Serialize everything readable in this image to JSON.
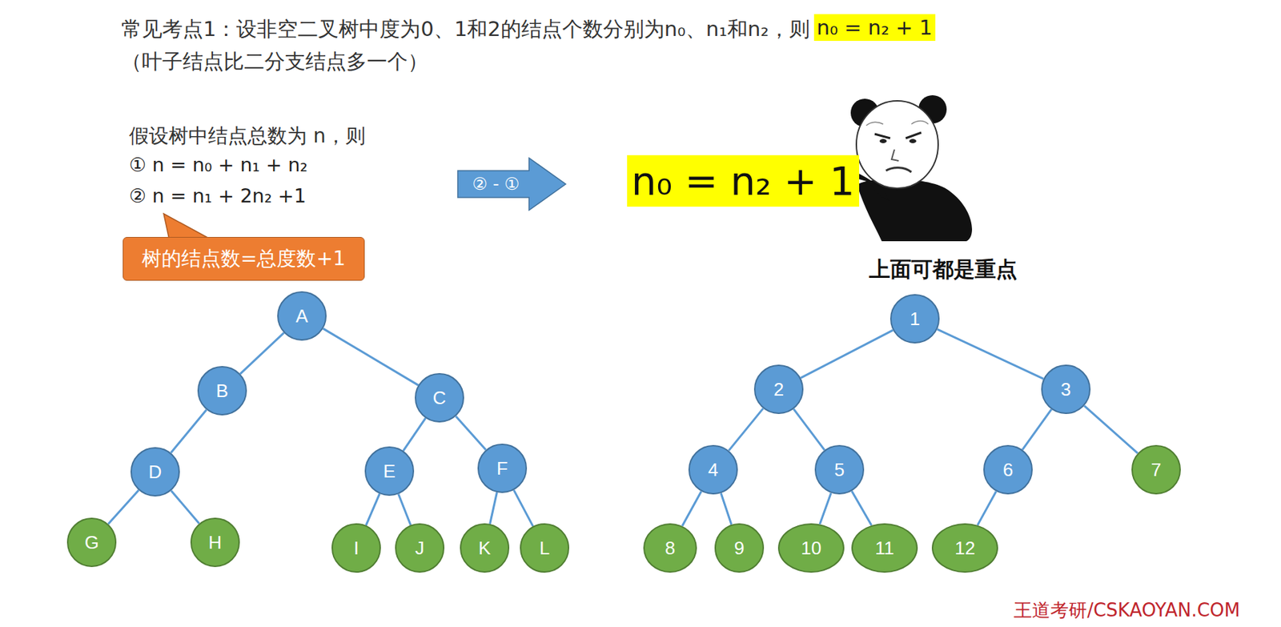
{
  "diagram": {
    "title": "常见考点1：设非空二叉树中度为0、1和2的结点个数分别为n₀、n₁和n₂，则",
    "nodes": [
      {
        "text": [
          "n₀ = n₂ + 1"
        ]
      },
      {
        "text": [
          "树的结点数=总度数+1"
        ]
      },
      {
        "text": [
          "② - ①"
        ]
      },
      {
        "text": [
          "n₀ = n₂ + 1"
        ]
      },
      {
        "text": [
          "A"
        ]
      },
      {
        "text": [
          "B"
        ]
      },
      {
        "text": [
          "C"
        ]
      },
      {
        "text": [
          "D"
        ]
      },
      {
        "text": [
          "E"
        ]
      },
      {
        "text": [
          "F"
        ]
      },
      {
        "text": [
          "G"
        ]
      },
      {
        "text": [
          "H"
        ]
      },
      {
        "text": [
          "I"
        ]
      },
      {
        "text": [
          "J"
        ]
      },
      {
        "text": [
          "K"
        ]
      },
      {
        "text": [
          "L"
        ]
      },
      {
        "text": [
          "1"
        ]
      },
      {
        "text": [
          "2"
        ]
      },
      {
        "text": [
          "3"
        ]
      },
      {
        "text": [
          "4"
        ]
      },
      {
        "text": [
          "5"
        ]
      },
      {
        "text": [
          "6"
        ]
      },
      {
        "text": [
          "7"
        ]
      },
      {
        "text": [
          "8"
        ]
      },
      {
        "text": [
          "9"
        ]
      },
      {
        "text": [
          "10"
        ]
      },
      {
        "text": [
          "11"
        ]
      },
      {
        "text": [
          "12"
        ]
      }
    ],
    "edges": [
      {
        "from": 4,
        "to": 5,
        "arrow": "none"
      },
      {
        "from": 4,
        "to": 6,
        "arrow": "none"
      },
      {
        "from": 5,
        "to": 7,
        "arrow": "none"
      },
      {
        "from": 6,
        "to": 8,
        "arrow": "none"
      },
      {
        "from": 6,
        "to": 9,
        "arrow": "none"
      },
      {
        "from": 7,
        "to": 10,
        "arrow": "none"
      },
      {
        "from": 7,
        "to": 11,
        "arrow": "none"
      },
      {
        "from": 8,
        "to": 12,
        "arrow": "none"
      },
      {
        "from": 8,
        "to": 13,
        "arrow": "none"
      },
      {
        "from": 9,
        "to": 14,
        "arrow": "none"
      },
      {
        "from": 9,
        "to": 15,
        "arrow": "none"
      },
      {
        "from": 16,
        "to": 17,
        "arrow": "none"
      },
      {
        "from": 16,
        "to": 18,
        "arrow": "none"
      },
      {
        "from": 17,
        "to": 19,
        "arrow": "none"
      },
      {
        "from": 17,
        "to": 20,
        "arrow": "none"
      },
      {
        "from": 18,
        "to": 21,
        "arrow": "none"
      },
      {
        "from": 18,
        "to": 22,
        "arrow": "none"
      },
      {
        "from": 19,
        "to": 23,
        "arrow": "none"
      },
      {
        "from": 19,
        "to": 24,
        "arrow": "none"
      },
      {
        "from": 20,
        "to": 25,
        "arrow": "none"
      },
      {
        "from": 20,
        "to": 26,
        "arrow": "none"
      },
      {
        "from": 21,
        "to": 27,
        "arrow": "none"
      }
    ],
    "labels": [
      "（叶子结点比二分支结点多一个）",
      "假设树中结点总数为 n，则",
      "① n = n₀ + n₁ + n₂",
      "② n = n₁ + 2n₂ +1",
      "上面可都是重点",
      "王道考研/CSKAOYAN.COM"
    ]
  }
}
